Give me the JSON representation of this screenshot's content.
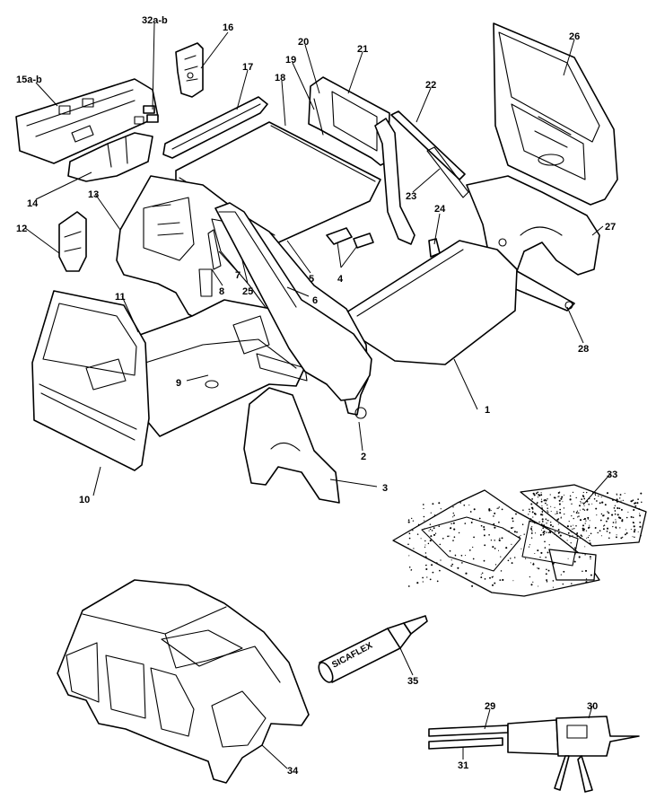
{
  "callouts": {
    "c1": "1",
    "c2": "2",
    "c3": "3",
    "c4": "4",
    "c5": "5",
    "c6": "6",
    "c7": "7",
    "c8": "8",
    "c9": "9",
    "c10": "10",
    "c11": "11",
    "c12": "12",
    "c13": "13",
    "c14": "14",
    "c15": "15a-b",
    "c16": "16",
    "c17": "17",
    "c18": "18",
    "c19": "19",
    "c20": "20",
    "c21": "21",
    "c22": "22",
    "c23": "23",
    "c24": "24",
    "c25": "25",
    "c26": "26",
    "c27": "27",
    "c28": "28",
    "c29": "29",
    "c30": "30",
    "c31": "31",
    "c32": "32a-b",
    "c33": "33",
    "c34": "34",
    "c35": "35"
  },
  "sealant_tube": {
    "brand": "SICAFLEX"
  }
}
